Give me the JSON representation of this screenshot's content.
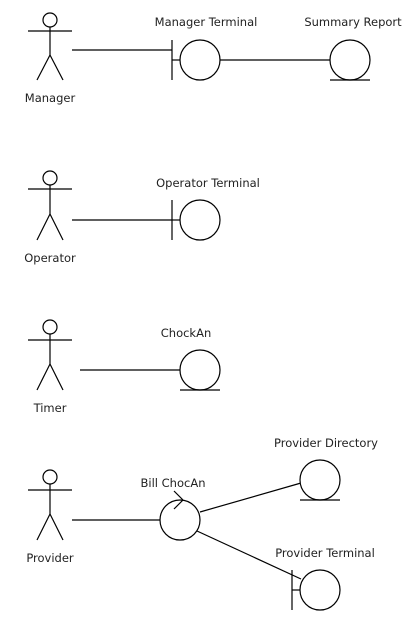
{
  "actors": {
    "manager": "Manager",
    "operator": "Operator",
    "timer": "Timer",
    "provider": "Provider"
  },
  "objects": {
    "manager_terminal": "Manager Terminal",
    "summary_report": "Summary Report",
    "operator_terminal": "Operator Terminal",
    "chockan": "ChockAn",
    "bill_chocan": "Bill ChocAn",
    "provider_directory": "Provider Directory",
    "provider_terminal": "Provider Terminal"
  }
}
